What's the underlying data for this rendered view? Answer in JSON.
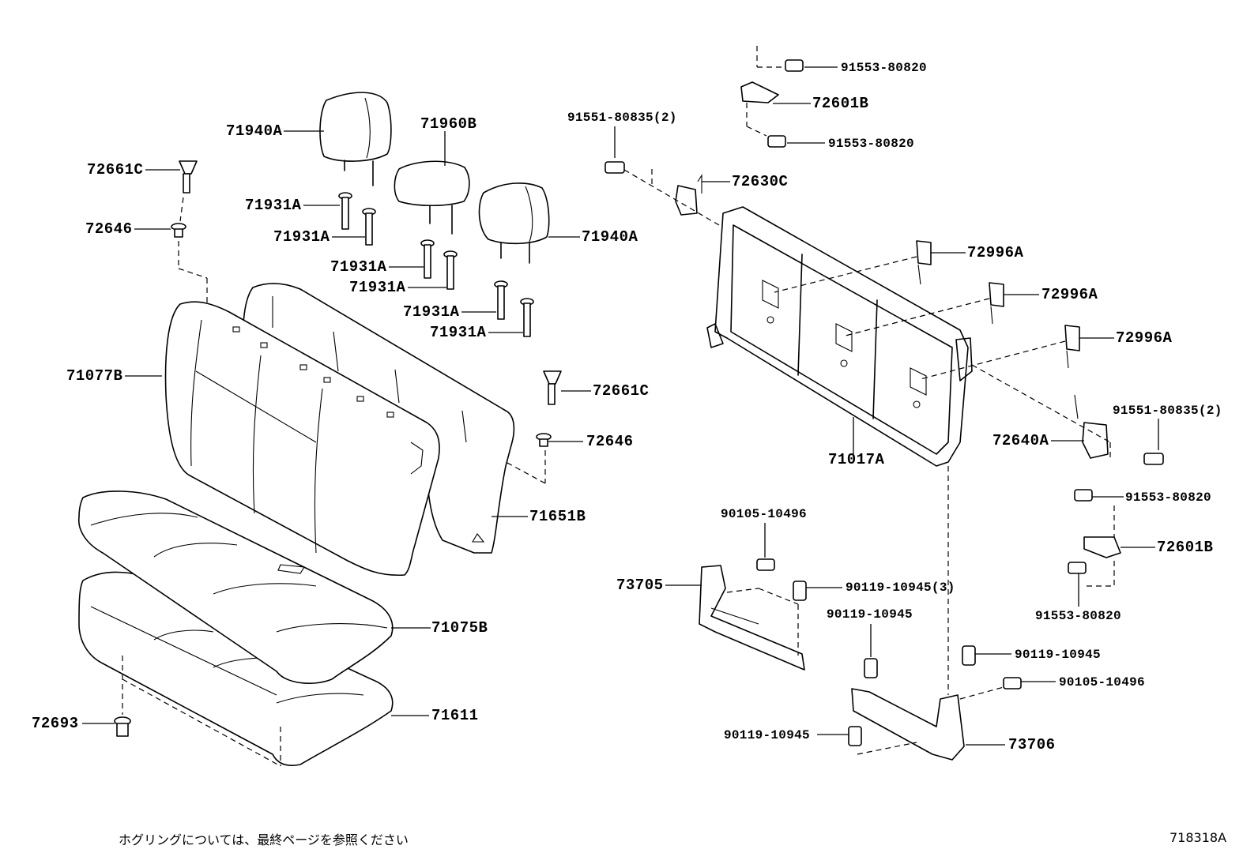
{
  "labels": {
    "p71940a_left": "71940A",
    "p71960b": "71960B",
    "p72661c_top": "72661C",
    "p72646_top": "72646",
    "p71931a_1": "71931A",
    "p71931a_2": "71931A",
    "p71931a_3": "71931A",
    "p71931a_4": "71931A",
    "p71931a_5": "71931A",
    "p71931a_6": "71931A",
    "p71940a_right": "71940A",
    "p71077b": "71077B",
    "p72661c_mid": "72661C",
    "p72646_mid": "72646",
    "p71651b": "71651B",
    "p71075b": "71075B",
    "p71611": "71611",
    "p72693": "72693",
    "p91553_top1": "91553-80820",
    "p72601b_top": "72601B",
    "p91553_top2": "91553-80820",
    "p91551_left": "91551-80835(2)",
    "p72630c": "72630C",
    "p72996a_1": "72996A",
    "p72996a_2": "72996A",
    "p72996a_3": "72996A",
    "p91551_right": "91551-80835(2)",
    "p72640a": "72640A",
    "p71017a": "71017A",
    "p91553_r1": "91553-80820",
    "p72601b_r": "72601B",
    "p91553_r2": "91553-80820",
    "p90105_top": "90105-10496",
    "p73705": "73705",
    "p90119_3": "90119-10945(3)",
    "p90119_a": "90119-10945",
    "p90119_b": "90119-10945",
    "p90105_r": "90105-10496",
    "p90119_c": "90119-10945",
    "p73706": "73706"
  },
  "footer": {
    "note": "ホグリングについては、最終ページを参照ください",
    "code": "718318A"
  }
}
